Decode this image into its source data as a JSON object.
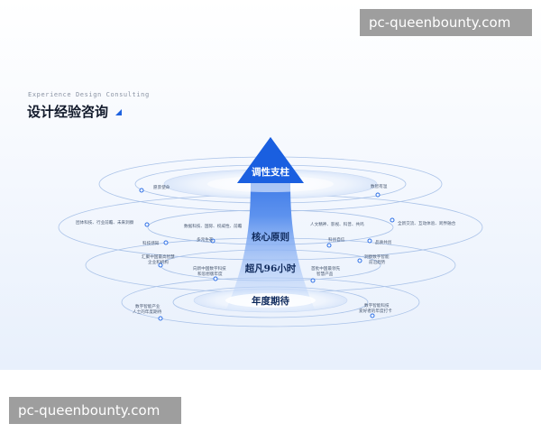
{
  "header": {
    "subtitle": "Experience Design Consulting",
    "title": "设计经验咨询"
  },
  "watermark": {
    "top": "pc-queenbounty.com",
    "bottom": "pc-queenbounty.com"
  },
  "colors": {
    "arrow_top": "#1a5fe0",
    "arrow_bottom": "#dce9fc",
    "ring": "#a9c2e8",
    "dot": "#2b6ee6",
    "title_mark": "#1f63e0"
  },
  "layers": [
    {
      "name": "调性支柱"
    },
    {
      "name": "核心原则"
    },
    {
      "name": "超凡96小时"
    },
    {
      "name": "年度期待"
    }
  ],
  "callouts": {
    "l1_left": "愿景使命",
    "l1_right": "数智有温",
    "l2_outer_left": "团体科技、行业前瞻、未来洞察",
    "l2_inner_left": "数据科技、国际、权威性、前瞻",
    "l2_inner_right": "人文精神、影视、科普、共鸣",
    "l2_outer_right": "全新交流、互动体验、跨界融合",
    "l2_low_left": "科技感知",
    "l2_low_mid_left": "多元生态",
    "l2_low_mid_right": "科创自信",
    "l2_low_right": "品质共创",
    "l3_left_a": "汇聚中国最高智慧",
    "l3_left_b": "企业和机构",
    "l3_mid_left_a": "向新中国数字科技",
    "l3_mid_left_b": "和思想版年度",
    "l3_mid_right_a": "首批中国最领先",
    "l3_mid_right_b": "智慧产品",
    "l3_right_a": "洞察数字智能",
    "l3_right_b": "前沿趋势",
    "l4_left_a": "数字智能产业",
    "l4_left_b": "人士的年度期待",
    "l4_right_a": "数字智能科技",
    "l4_right_b": "爱好者的年度打卡"
  }
}
